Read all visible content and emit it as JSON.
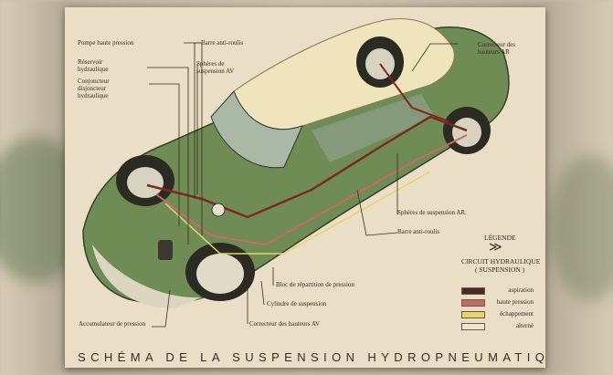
{
  "title": "SCHÉMA DE LA SUSPENSION HYDROPNEUMATIQUE",
  "labels": {
    "pompe": "Pompe haute pression",
    "reservoir": "Réservoir hydraulique",
    "conjoncteur": "Conjoncteur disjoncteur hydraulique",
    "barre_av": "Barre anti-roulis",
    "spheres_av": "Sphères de suspension AV",
    "correcteur_ar": "Correcteur des hauteurs AR",
    "spheres_ar": "Sphères de suspension AR.",
    "barre_ar": "Barre anti-roulis",
    "bloc": "Bloc de répartition de pression",
    "cylindre": "Cylindre de suspension",
    "correcteur_av": "Correcteur des hauteurs AV",
    "accumulateur": "Accumulateur de pression"
  },
  "legend": {
    "heading": "LÉGENDE",
    "circuit": "CIRCUIT HYDRAULIQUE",
    "sub": "( SUSPENSION )",
    "items": [
      {
        "label": "aspiration",
        "color": "#4a2a22"
      },
      {
        "label": "haute pression",
        "color": "#c46a6a"
      },
      {
        "label": "échappement",
        "color": "#e6d56a"
      },
      {
        "label": "alterné",
        "color": "#efe6cf"
      }
    ]
  }
}
